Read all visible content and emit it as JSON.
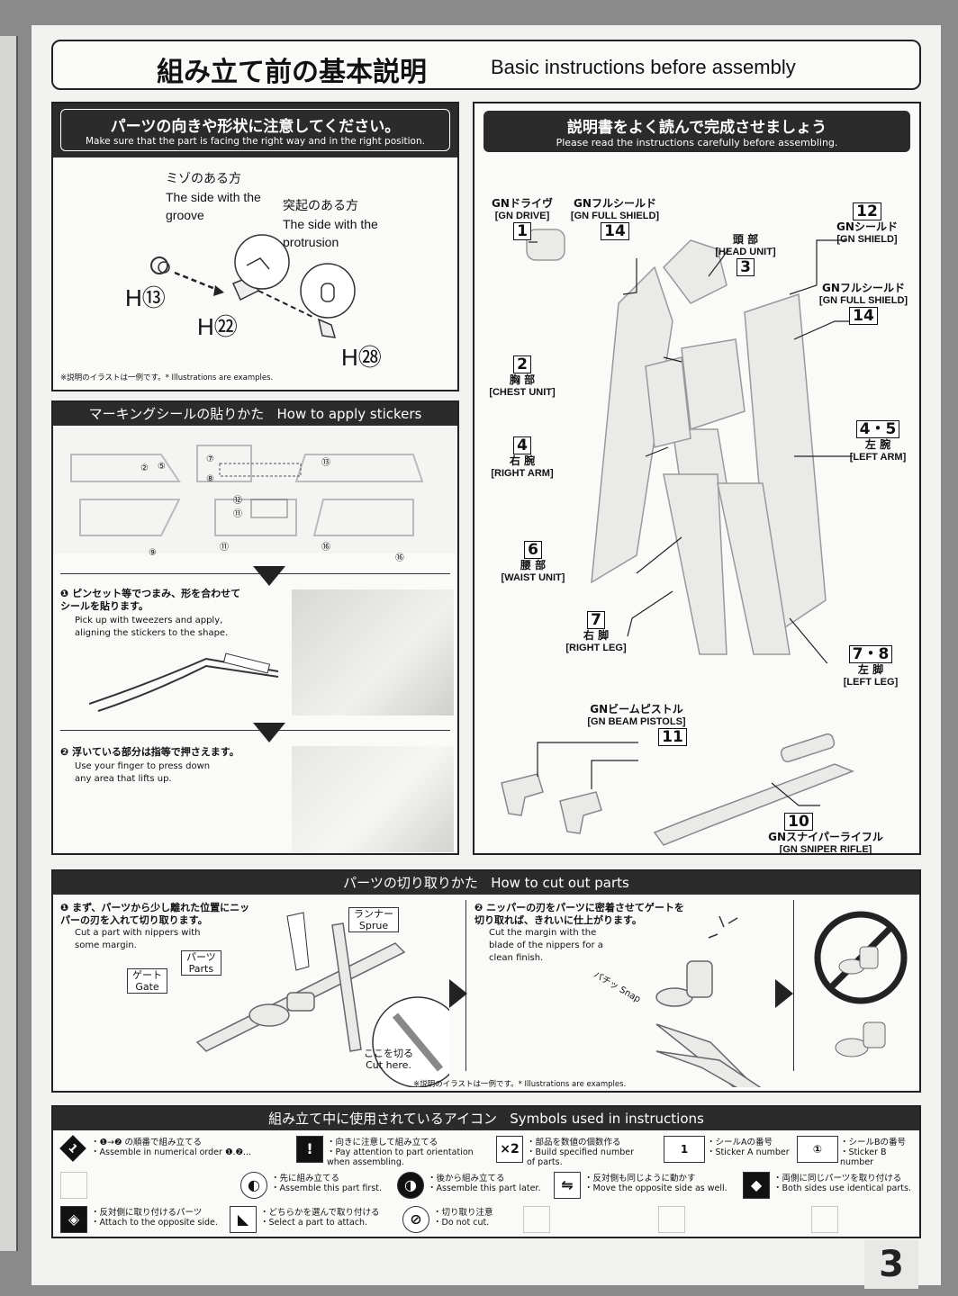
{
  "title": {
    "jp": "組み立て前の基本説明",
    "en": "Basic instructions before assembly"
  },
  "orientation": {
    "header_jp": "パーツの向きや形状に注意してください。",
    "header_en": "Make sure that the part is facing the right way and in the right position.",
    "groove_jp": "ミゾのある方",
    "groove_en": "The side with the groove",
    "protrusion_jp": "突起のある方",
    "protrusion_en": "The side with the protrusion",
    "part_labels": [
      "H⑬",
      "H㉒",
      "H㉘"
    ],
    "note": "※説明のイラストは一例です。* Illustrations are examples."
  },
  "stickers": {
    "header_jp": "マーキングシールの貼りかた",
    "header_en": "How to apply stickers",
    "step1_jp": "❶ ピンセット等でつまみ、形を合わせてシールを貼ります。",
    "step1_en": "Pick up with tweezers and apply, aligning the stickers to the shape.",
    "step2_jp": "❷ 浮いている部分は指等で押さえます。",
    "step2_en": "Use your finger to press down any area that lifts up.",
    "sheet_numbers": [
      "②",
      "⑤",
      "⑦",
      "⑧",
      "⑬",
      "⑫",
      "⑪",
      "⑨",
      "⑪",
      "⑯",
      "⑯"
    ]
  },
  "read": {
    "header_jp": "説明書をよく読んで完成させましょう",
    "header_en": "Please read the instructions carefully before assembling.",
    "parts": [
      {
        "num": "1",
        "jp": "GNドライヴ",
        "en": "[GN DRIVE]"
      },
      {
        "num": "14",
        "jp": "GNフルシールド",
        "en": "[GN FULL SHIELD]"
      },
      {
        "num": "3",
        "jp": "頭 部",
        "en": "[HEAD UNIT]"
      },
      {
        "num": "12",
        "jp": "GNシールド",
        "en": "[GN SHIELD]"
      },
      {
        "num": "14",
        "jp": "GNフルシールド",
        "en": "[GN FULL SHIELD]"
      },
      {
        "num": "2",
        "jp": "胸 部",
        "en": "[CHEST UNIT]"
      },
      {
        "num": "4・5",
        "jp": "左 腕",
        "en": "[LEFT ARM]"
      },
      {
        "num": "4",
        "jp": "右 腕",
        "en": "[RIGHT ARM]"
      },
      {
        "num": "6",
        "jp": "腰 部",
        "en": "[WAIST UNIT]"
      },
      {
        "num": "7",
        "jp": "右 脚",
        "en": "[RIGHT LEG]"
      },
      {
        "num": "7・8",
        "jp": "左 脚",
        "en": "[LEFT LEG]"
      },
      {
        "num": "11",
        "jp": "GNビームピストル",
        "en": "[GN BEAM PISTOLS]"
      },
      {
        "num": "10",
        "jp": "GNスナイパーライフル",
        "en": "[GN SNIPER RIFLE]"
      }
    ]
  },
  "cut": {
    "header_jp": "パーツの切り取りかた",
    "header_en": "How to cut out parts",
    "step1_jp": "❶ まず、パーツから少し離れた位置にニッパーの刃を入れて切り取ります。",
    "step1_en": "Cut a part with nippers with some margin.",
    "runner_jp": "ランナー",
    "runner_en": "Sprue",
    "parts_jp": "パーツ",
    "parts_en": "Parts",
    "gate_jp": "ゲート",
    "gate_en": "Gate",
    "cut_here_jp": "ここを切る",
    "cut_here_en": "Cut here.",
    "step2_jp": "❷ ニッパーの刃をパーツに密着させてゲートを切り取れば、きれいに仕上がります。",
    "step2_en": "Cut the margin with the blade of the nippers for a clean finish.",
    "snap": "パチッ Snap",
    "note": "※説明のイラストは一例です。* Illustrations are examples."
  },
  "symbols": {
    "header_jp": "組み立て中に使用されているアイコン",
    "header_en": "Symbols used in instructions",
    "items": [
      {
        "jp": "・❶→❷ の順番で組み立てる",
        "en": "・Assemble in numerical order ❶.❷..."
      },
      {
        "jp": "・向きに注意して組み立てる",
        "en": "・Pay attention to part orientation when assembling."
      },
      {
        "jp": "・部品を数値の個数作る",
        "en": "・Build specified number of parts."
      },
      {
        "jp": "・シールAの番号",
        "en": "・Sticker A number"
      },
      {
        "jp": "・シールBの番号",
        "en": "・Sticker B number"
      },
      {
        "jp": "・先に組み立てる",
        "en": "・Assemble this part first."
      },
      {
        "jp": "・後から組み立てる",
        "en": "・Assemble this part later."
      },
      {
        "jp": "・反対側も同じように動かす",
        "en": "・Move the opposite side as well."
      },
      {
        "jp": "・両側に同じパーツを取り付ける",
        "en": "・Both sides use identical parts."
      },
      {
        "jp": "・反対側に取り付けるパーツ",
        "en": "・Attach to the opposite side."
      },
      {
        "jp": "・どちらかを選んで取り付ける",
        "en": "・Select a part to attach."
      },
      {
        "jp": "・切り取り注意",
        "en": "・Do not cut."
      }
    ],
    "x2": "×2",
    "stickerA": "1",
    "stickerB": "①"
  },
  "page_number": "3"
}
